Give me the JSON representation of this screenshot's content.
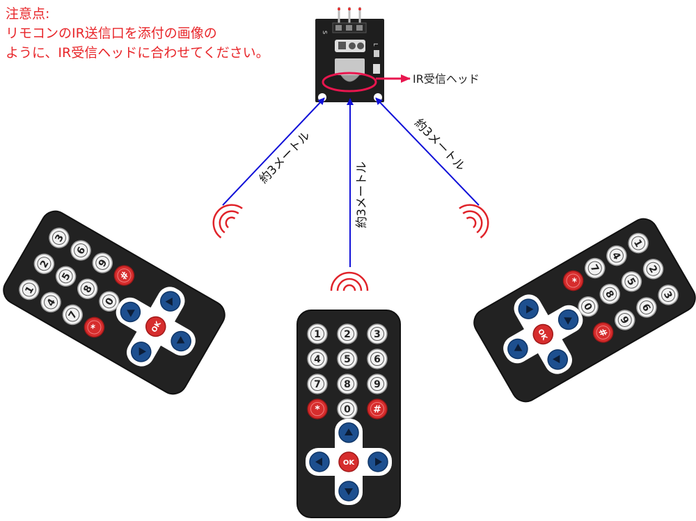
{
  "note": {
    "line1": "注意点:",
    "line2": "リモコンのIR送信口を添付の画像の",
    "line3": "ように、IR受信ヘッドに合わせてください。"
  },
  "receiver": {
    "pin_label": "S",
    "side_label": "L",
    "head_label": "IR受信ヘッド"
  },
  "distance_label": "約3メートル",
  "remote": {
    "keys": [
      "1",
      "2",
      "3",
      "4",
      "5",
      "6",
      "7",
      "8",
      "9",
      "*",
      "0",
      "#"
    ],
    "ok_label": "OK"
  },
  "colors": {
    "note_text": "#e8262a",
    "arrow_blue": "#1010d8",
    "highlight_red": "#e8164e",
    "signal_red": "#e0232a",
    "remote_body": "#222222",
    "key_white": "#f2f2f2",
    "key_red": "#d62d2d",
    "key_blue": "#1d4f8f"
  }
}
